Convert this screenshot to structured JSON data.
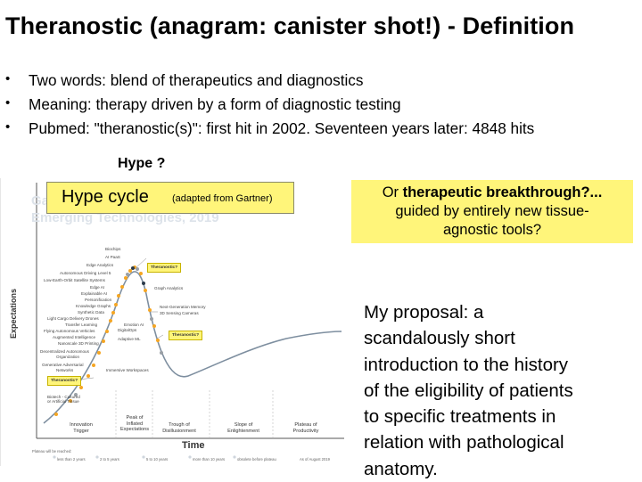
{
  "slide": {
    "title": "Theranostic (anagram: canister shot!) - Definition",
    "bullets": [
      "Two words: blend of therapeutics and diagnostics",
      "Meaning: therapy driven by a form of diagnostic testing",
      "Pubmed: \"theranostic(s)\": first hit in 2002. Seventeen years later: 4848 hits"
    ],
    "hype_question": "Hype ?",
    "hype_box": {
      "main": "Hype cycle",
      "note": "(adapted from Gartner)"
    },
    "breakthrough": {
      "lead": "Or ",
      "bold": "therapeutic breakthrough?...",
      "line2": "guided by entirely new tissue-",
      "line3": "agnostic tools?"
    },
    "proposal_lines": [
      "My proposal: a",
      "scandalously short",
      "introduction to the history",
      "of the eligibility of patients",
      "to specific treatments in",
      "relation with pathological",
      "anatomy."
    ]
  },
  "hype_chart": {
    "bg_title_1": "Gartner",
    "bg_title_2": "Emerging Technologies, 2019",
    "y_axis": "Expectations",
    "x_axis": "Time",
    "phases": [
      [
        "Innovation",
        "Trigger"
      ],
      [
        "Peak of",
        "Inflated",
        "Expectations"
      ],
      [
        "Trough of",
        "Disillusionment"
      ],
      [
        "Slope of",
        "Enlightenment"
      ],
      [
        "Plateau of",
        "Productivity"
      ]
    ],
    "technologies_left": [
      "Biochips",
      "AI PaaS",
      "Edge Analytics",
      "Autonomous Driving Level 5",
      "Low-Earth-Orbit Satellite Systems",
      "Edge AI",
      "Explainable AI",
      "Personification",
      "Knowledge Graphs",
      "Synthetic Data",
      "Light Cargo Delivery Drones",
      "Transfer Learning",
      "Flying Autonomous Vehicles",
      "Augmented Intelligence",
      "Nanoscale 3D Printing",
      "Decentralized Autonomous",
      "Organization",
      "Generative Adversarial",
      "Networks"
    ],
    "technologies_right": [
      "Graph Analytics",
      "Next-Generation Memory",
      "3D Sensing Cameras",
      "Emotion AI",
      "DigitalOps",
      "Adaptive ML",
      "Immersive Workspaces"
    ],
    "biotech": [
      "Biotech - Cultured",
      "or Artificial Tissue"
    ],
    "theranostic_tag": "Theranostic?",
    "legend": {
      "title": "Plateau will be reached:",
      "items": [
        "less than 2 years",
        "2 to 5 years",
        "5 to 10 years",
        "more than 10 years",
        "obsolete before plateau"
      ],
      "date": "As of August 2019"
    },
    "colors": {
      "dot_yellow": "#f5a623",
      "dot_gray": "#9aa0a6",
      "curve": "#7d8e9f",
      "highlight": "#fff57a"
    }
  }
}
